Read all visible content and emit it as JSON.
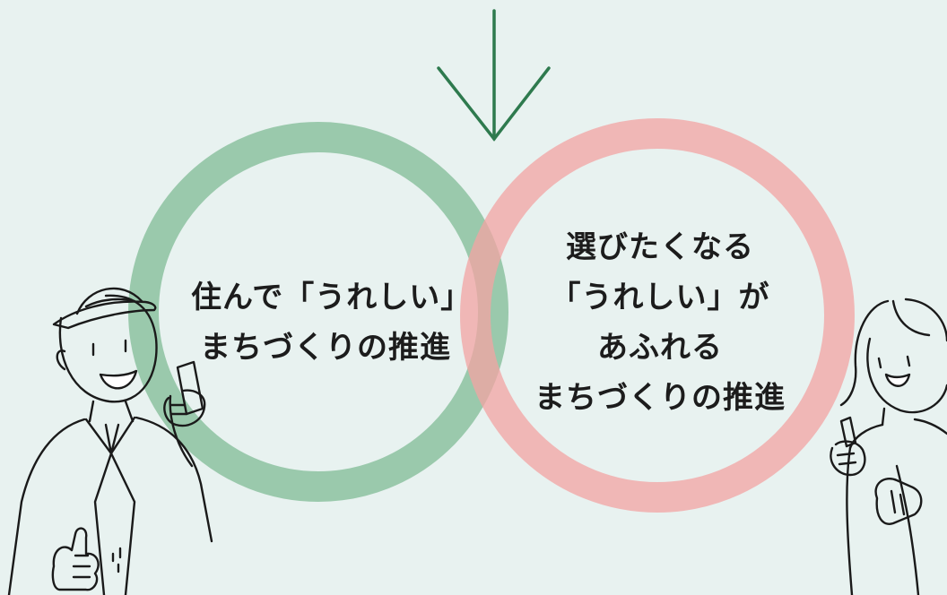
{
  "diagram": {
    "left_circle": {
      "color": "#8cc2a0",
      "lines": [
        "住んで「うれしい」",
        "まちづくりの推進"
      ]
    },
    "right_circle": {
      "color": "#f3a3a3",
      "lines": [
        "選びたくなる",
        "「うれしい」が",
        "あふれる",
        "まちづくりの推進"
      ]
    },
    "arrow": {
      "color": "#2e7a4e",
      "direction": "down"
    },
    "figures": [
      {
        "name": "man-figure",
        "pose": "thumbs-up"
      },
      {
        "name": "woman-figure",
        "pose": "thumbs-up"
      }
    ],
    "background_color": "#e8f2f0"
  }
}
